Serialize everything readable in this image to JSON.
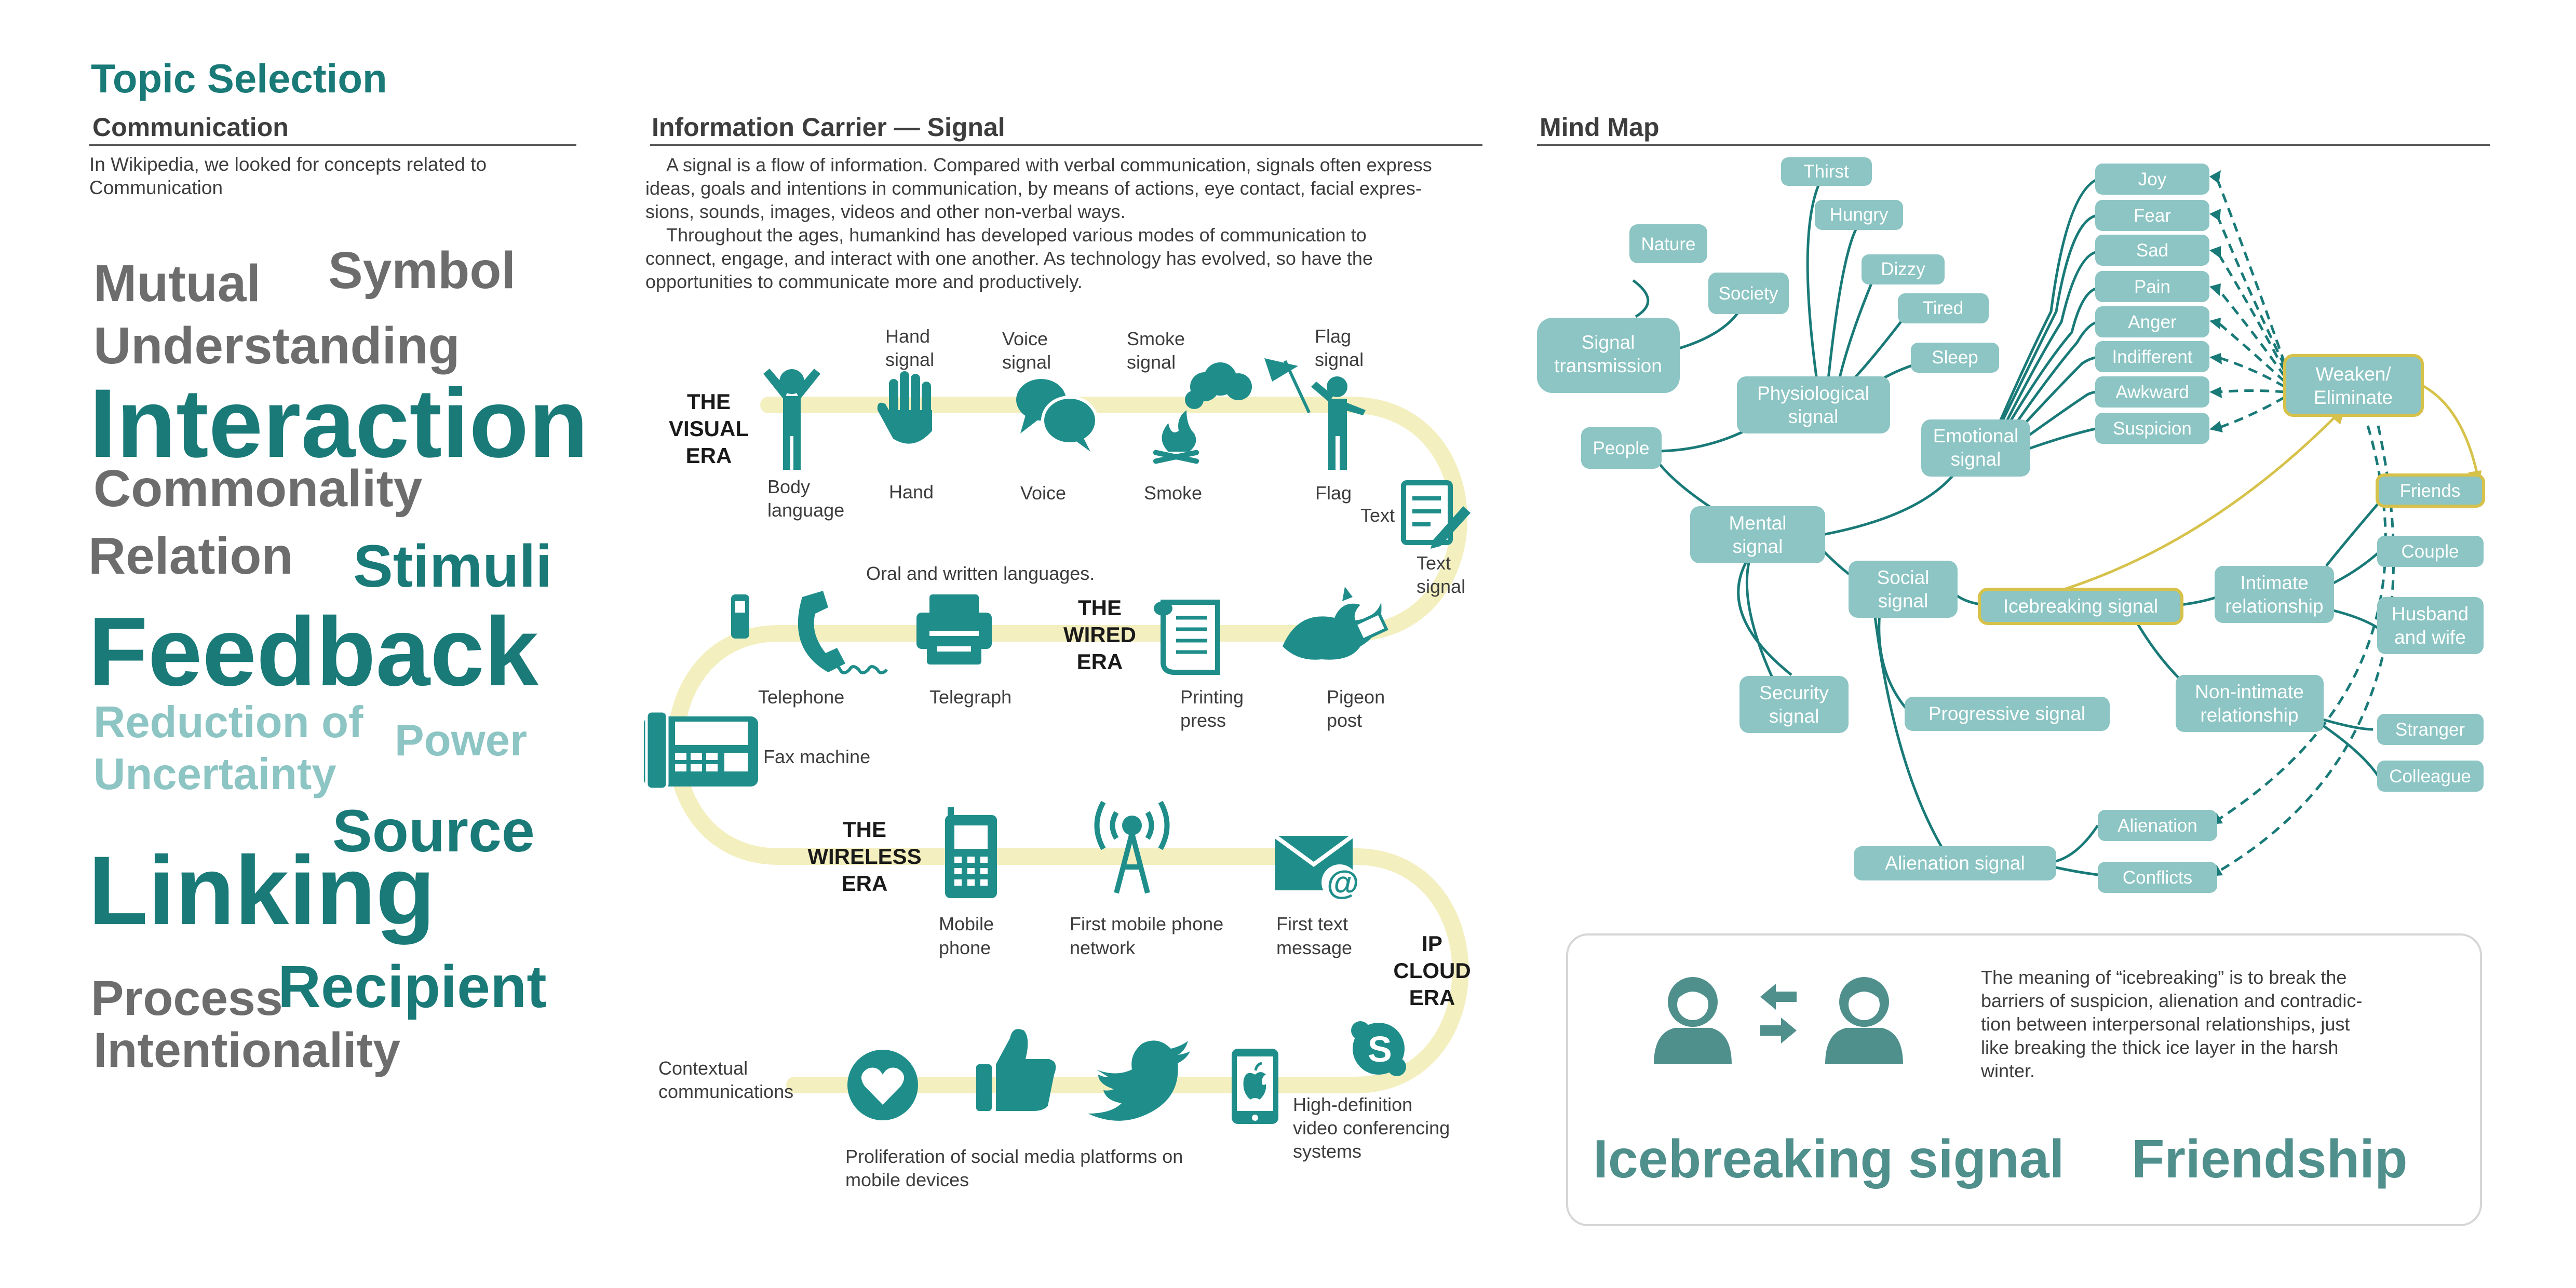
{
  "colors": {
    "teal": "#197a78",
    "node": "#8cc5c3",
    "node_text": "#ffffff",
    "gold": "#d6c24a",
    "path": "#f3efbf",
    "gray": "#6d6d6d",
    "light_teal": "#8cc5c3",
    "dark_text": "#3d3d3d",
    "black": "#1a1a1a"
  },
  "left": {
    "title": "Topic Selection",
    "subtitle": "Communication",
    "description_1": "In Wikipedia, we looked for concepts related to",
    "description_2": "Communication",
    "words": {
      "mutual": "Mutual",
      "symbol": "Symbol",
      "understanding": "Understanding",
      "interaction": "Interaction",
      "commonality": "Commonality",
      "relation": "Relation",
      "stimuli": "Stimuli",
      "feedback": "Feedback",
      "reduction_of": "Reduction of",
      "power": "Power",
      "uncertainty": "Uncertainty",
      "source": "Source",
      "linking": "Linking",
      "process": "Process",
      "recipient": "Recipient",
      "intentionality": "Intentionality"
    }
  },
  "middle": {
    "title": "Information Carrier — Signal",
    "para": [
      "    A signal is a flow of information. Compared with verbal communication, signals often express",
      "ideas, goals and intentions in communication, by means of actions, eye contact, facial expres-",
      "sions, sounds, images, videos and other non-verbal ways.",
      "    Throughout the ages, humankind has developed various modes of communication to",
      "connect, engage, and interact with one another. As technology has evolved, so have the",
      "opportunities to communicate more and productively."
    ],
    "visual_era": [
      "THE",
      "VISUAL",
      "ERA"
    ],
    "wired_era": [
      "THE",
      "WIRED",
      "ERA"
    ],
    "wireless_era": [
      "THE",
      "WIRELESS",
      "ERA"
    ],
    "cloud_era": [
      "IP",
      "CLOUD",
      "ERA"
    ],
    "labels": {
      "body_language": [
        "Body",
        "language"
      ],
      "hand_signal": [
        "Hand",
        "signal"
      ],
      "voice_signal": [
        "Voice",
        "signal"
      ],
      "smoke_signal": [
        "Smoke",
        "signal"
      ],
      "flag_signal": [
        "Flag",
        "signal"
      ],
      "hand": "Hand",
      "voice": "Voice",
      "smoke": "Smoke",
      "flag": "Flag",
      "text": "Text",
      "text_signal": [
        "Text",
        "signal"
      ],
      "oral": "Oral and written languages.",
      "telephone": "Telephone",
      "telegraph": "Telegraph",
      "printing_press": [
        "Printing",
        "press"
      ],
      "pigeon_post": [
        "Pigeon",
        "post"
      ],
      "fax": "Fax machine",
      "mobile_phone": [
        "Mobile",
        "phone"
      ],
      "first_network": [
        "First mobile phone",
        "network"
      ],
      "first_text": [
        "First text",
        "message"
      ],
      "contextual": [
        "Contextual",
        "communications"
      ],
      "social_media": [
        "Proliferation of social media platforms on",
        "mobile devices"
      ],
      "hd_video": [
        "High-definition",
        "video conferencing",
        "systems"
      ]
    }
  },
  "right": {
    "title": "Mind Map",
    "nodes": {
      "thirst": "Thirst",
      "hungry": "Hungry",
      "dizzy": "Dizzy",
      "tired": "Tired",
      "sleep": "Sleep",
      "nature": "Nature",
      "society": "Society",
      "signal_transmission": [
        "Signal",
        "transmission"
      ],
      "physiological": [
        "Physiological",
        "signal"
      ],
      "people": "People",
      "emotional": [
        "Emotional",
        "signal"
      ],
      "mental": [
        "Mental",
        "signal"
      ],
      "social": [
        "Social",
        "signal"
      ],
      "security": [
        "Security",
        "signal"
      ],
      "progressive": "Progressive signal",
      "icebreaking": "Icebreaking signal",
      "alienation_signal": "Alienation signal",
      "joy": "Joy",
      "fear": "Fear",
      "sad": "Sad",
      "pain": "Pain",
      "anger": "Anger",
      "indifferent": "Indifferent",
      "awkward": "Awkward",
      "suspicion": "Suspicion",
      "weaken": [
        "Weaken/",
        "Eliminate"
      ],
      "friends": "Friends",
      "couple": "Couple",
      "intimate": [
        "Intimate",
        "relationship"
      ],
      "husband_wife": [
        "Husband",
        "and wife"
      ],
      "non_intimate": [
        "Non-intimate",
        "relationship"
      ],
      "stranger": "Stranger",
      "colleague": "Colleague",
      "alienation": "Alienation",
      "conflicts": "Conflicts"
    },
    "info": {
      "text": [
        "The meaning of “icebreaking” is to break the",
        "barriers of suspicion, alienation and contradic-",
        "tion between interpersonal relationships, just",
        "like breaking the thick ice layer in the harsh",
        "winter."
      ],
      "big_left": "Icebreaking signal",
      "big_right": "Friendship"
    }
  }
}
